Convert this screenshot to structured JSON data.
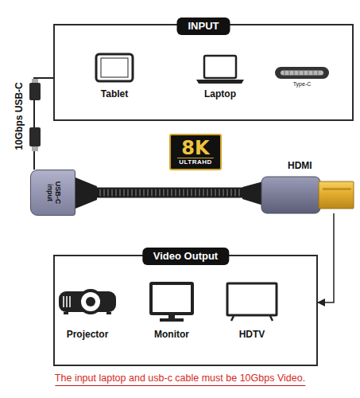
{
  "diagram": {
    "caption": "The input laptop and usb-c cable must be 10Gbps Video.",
    "nodes": [
      {
        "text": [
          "INPUT"
        ]
      },
      {
        "text": [
          "8K",
          "ULTRAHD"
        ]
      },
      {
        "text": [
          "USB-C input"
        ]
      },
      {
        "text": [
          "HDMI"
        ]
      },
      {
        "text": [
          "Video Output"
        ]
      }
    ],
    "edges": [
      {
        "from": 0,
        "to": 2,
        "label": "10Gbps USB-C",
        "arrow": "none"
      },
      {
        "from": 2,
        "to": 3,
        "arrow": "none"
      },
      {
        "from": 3,
        "to": 4,
        "arrow": "to"
      }
    ],
    "labels": [
      "Tablet",
      "Laptop",
      "Type-C",
      "Projector",
      "Monitor",
      "HDTV"
    ]
  }
}
